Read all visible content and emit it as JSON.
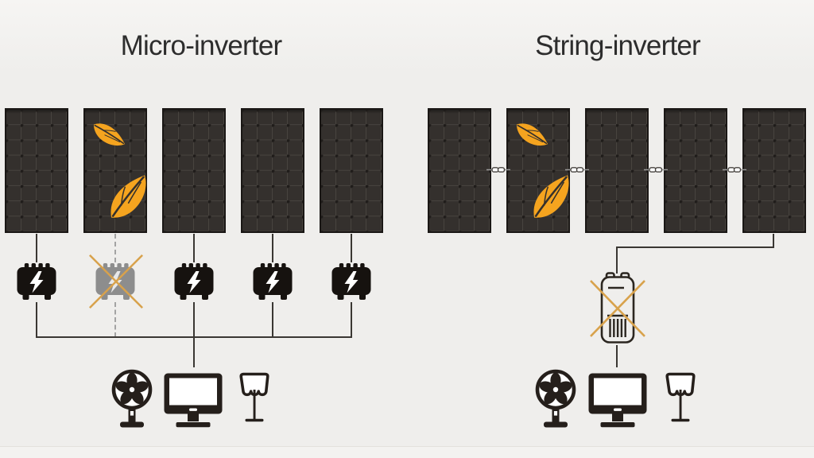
{
  "micro_section": {
    "title": "Micro-inverter",
    "panel_count": 5,
    "shaded_panel_index": 2,
    "shading": "two leaves on panel 2",
    "inverter_status": [
      "on",
      "off",
      "on",
      "on",
      "on"
    ],
    "failed_inverter_index": 2,
    "appliances": [
      "fan",
      "monitor",
      "lamp"
    ]
  },
  "string_section": {
    "title": "String-inverter",
    "panel_count": 5,
    "shaded_panel_index": 2,
    "shading": "two leaves on panel 2",
    "inverter_status": [
      "off"
    ],
    "appliances": [
      "fan",
      "monitor",
      "lamp"
    ]
  },
  "colors": {
    "background": "#efeeec",
    "background_top": "#f6f5f3",
    "title": "#2d2d2d",
    "panel": "#34302d",
    "panel_line": "#48443f",
    "panel_dot": "#1f1c1a",
    "panel_frame": "#1a1715",
    "leaf": "#f5a41f",
    "cross": "#d8a24c",
    "inverter": "#16120f",
    "inverter_failed": "#8d8d8d",
    "bolt_failed": "#e8e8e8",
    "icon": "#251f1b",
    "outline": "#2b2620",
    "wire": "#3a3733",
    "wire_dashed": "#a3a3a3",
    "connector_line": "#9c9c9c"
  }
}
